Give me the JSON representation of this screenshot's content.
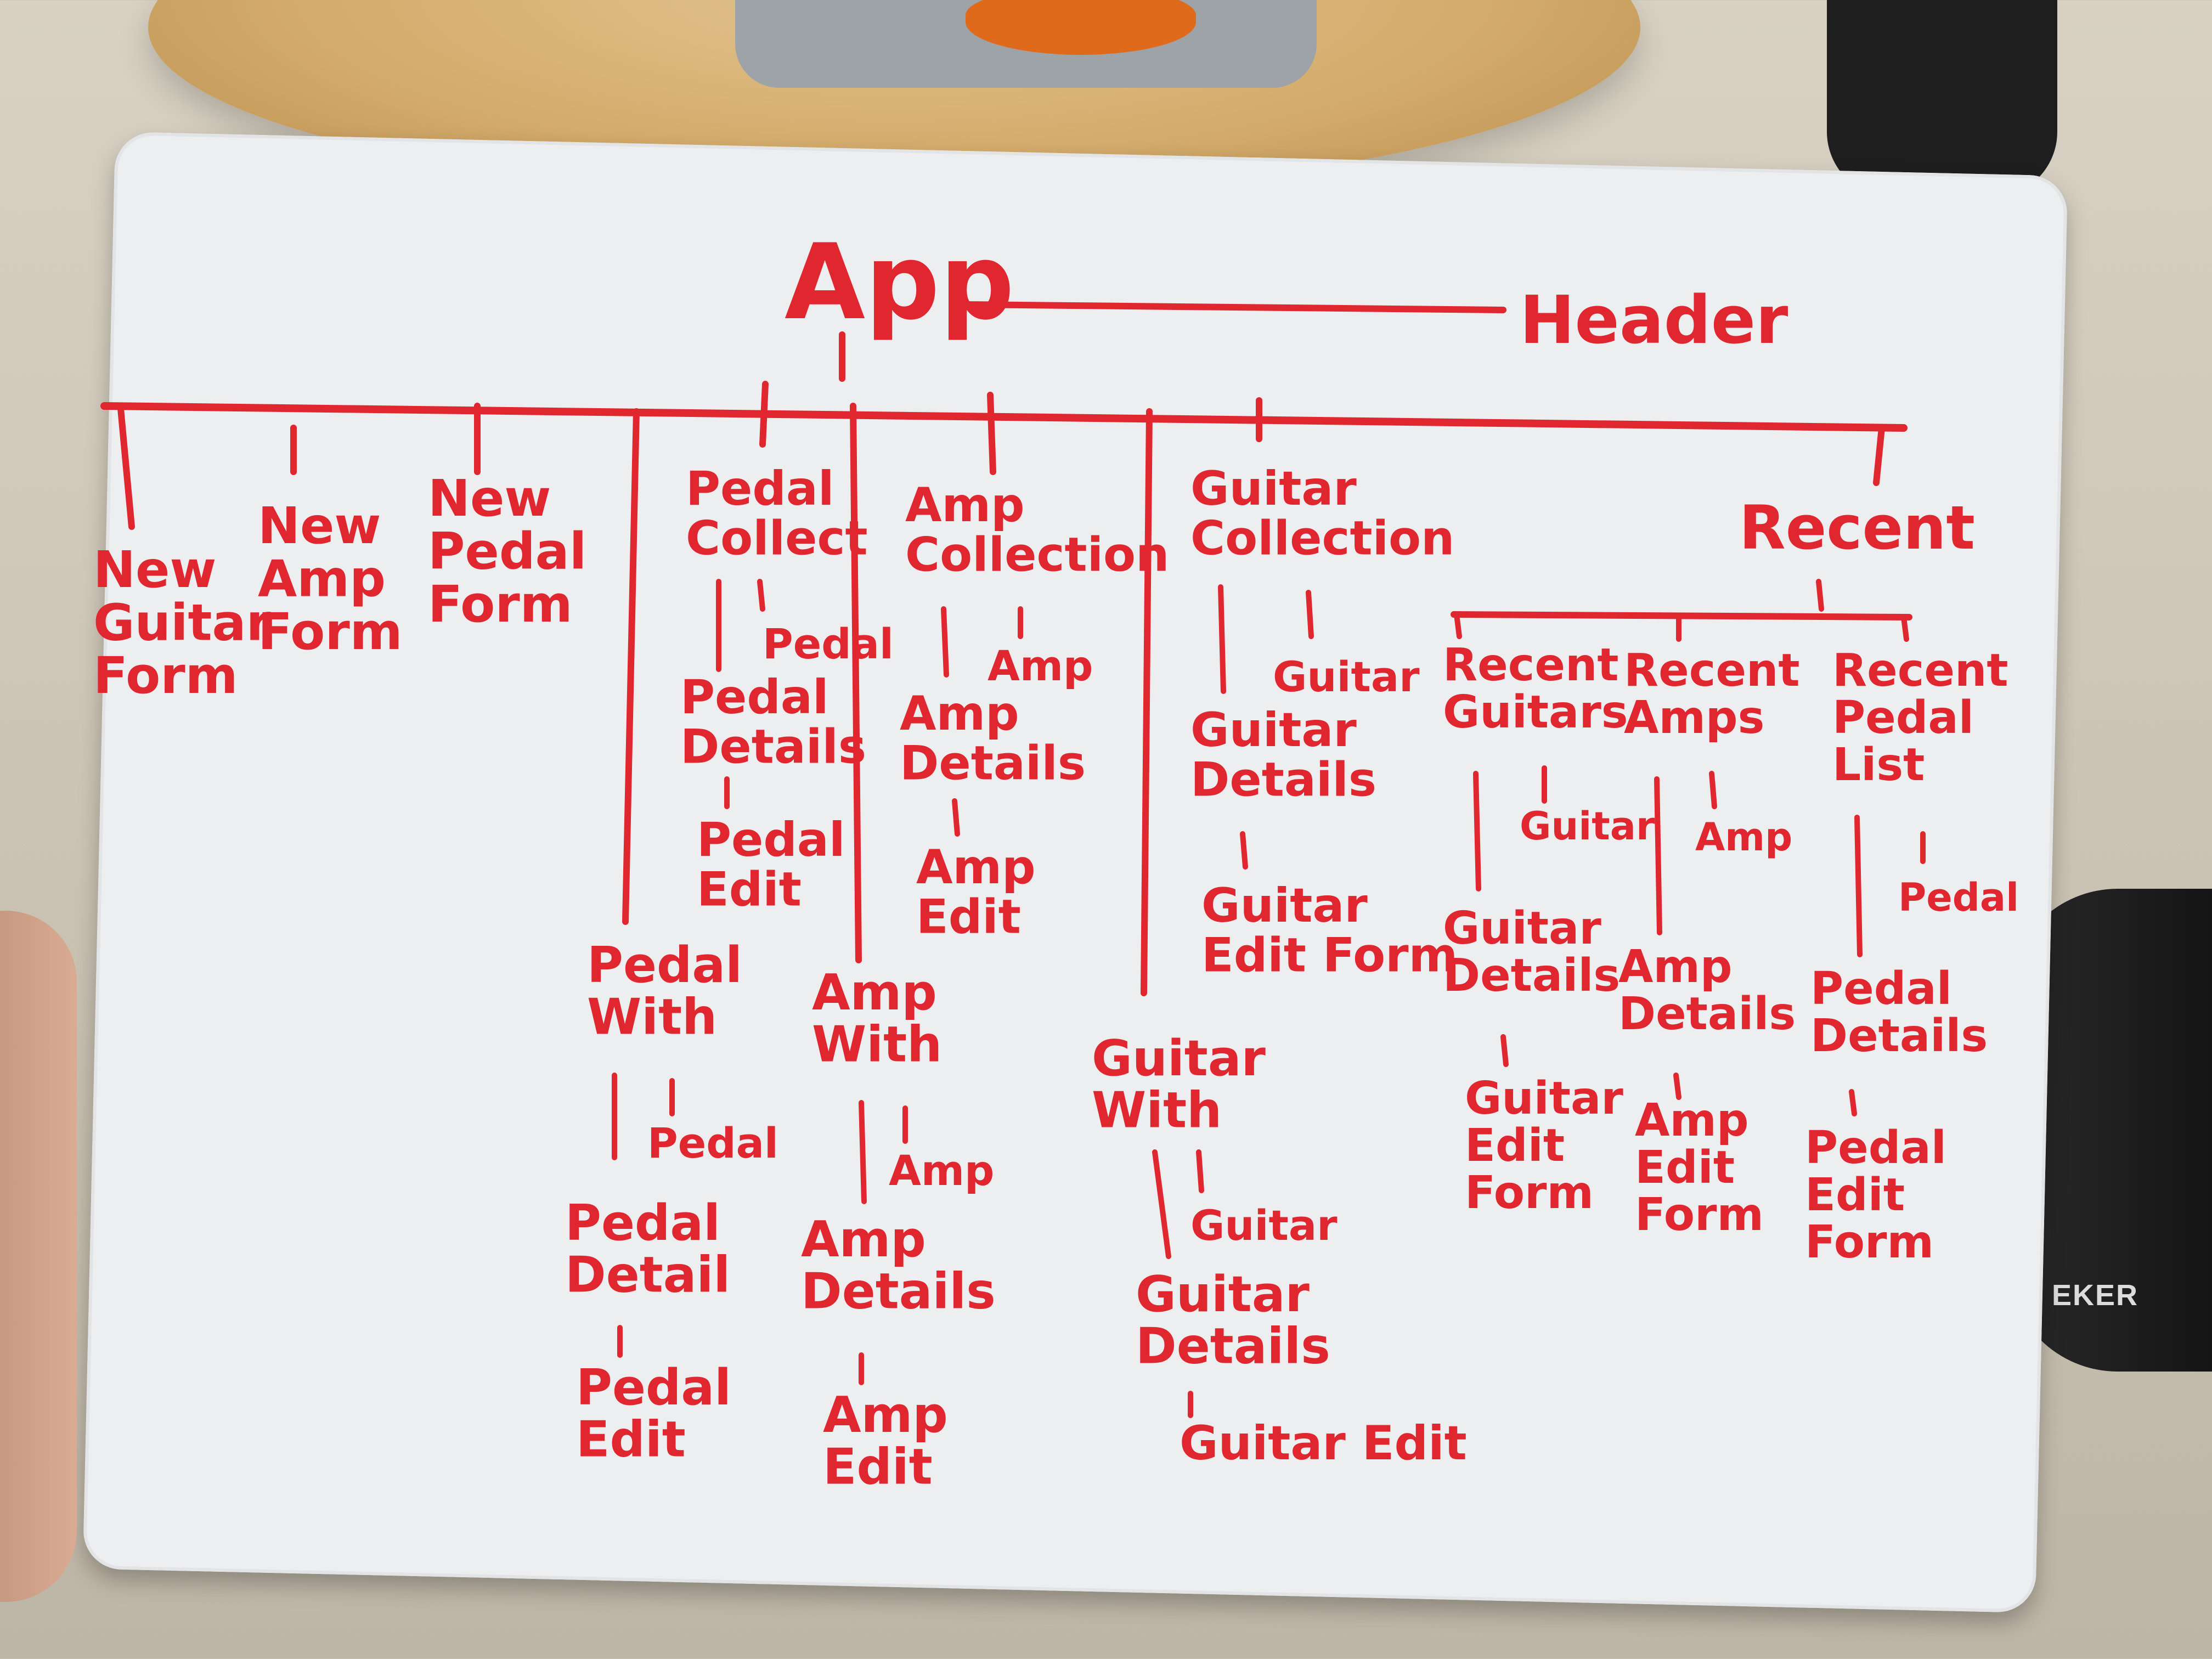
{
  "colors": {
    "marker": "#e0262f",
    "board": "#eceeef"
  },
  "brand": {
    "mouse_label": "EKER"
  },
  "whiteboard": {
    "root": "App",
    "header": "Header",
    "forms": {
      "new_guitar": [
        "New",
        "Guitar",
        "Form"
      ],
      "new_amp": [
        "New",
        "Amp",
        "Form"
      ],
      "new_pedal": [
        "New",
        "Pedal",
        "Form"
      ]
    },
    "pedal_collection": {
      "title": [
        "Pedal",
        "Collect"
      ],
      "item": "Pedal",
      "details": [
        "Pedal",
        "Details"
      ],
      "edit": [
        "Pedal",
        "Edit"
      ]
    },
    "amp_collection": {
      "title": [
        "Amp",
        "Collection"
      ],
      "item": "Amp",
      "details": [
        "Amp",
        "Details"
      ],
      "edit": [
        "Amp",
        "Edit"
      ]
    },
    "guitar_collection": {
      "title": [
        "Guitar",
        "Collection"
      ],
      "item": "Guitar",
      "details": [
        "Guitar",
        "Details"
      ],
      "edit": [
        "Guitar",
        "Edit Form"
      ]
    },
    "recent": {
      "title": "Recent",
      "guitars": {
        "title": [
          "Recent",
          "Guitars"
        ],
        "item": "Guitar",
        "details": [
          "Guitar",
          "Details"
        ],
        "edit": [
          "Guitar",
          "Edit",
          "Form"
        ]
      },
      "amps": {
        "title": [
          "Recent",
          "Amps"
        ],
        "item": "Amp",
        "details": [
          "Amp",
          "Details"
        ],
        "edit": [
          "Amp",
          "Edit",
          "Form"
        ]
      },
      "pedals": {
        "title": [
          "Recent",
          "Pedal",
          "List"
        ],
        "item": "Pedal",
        "details": [
          "Pedal",
          "Details"
        ],
        "edit": [
          "Pedal",
          "Edit",
          "Form"
        ]
      }
    },
    "pedal_with": {
      "title": [
        "Pedal",
        "With"
      ],
      "item": "Pedal",
      "details": [
        "Pedal",
        "Detail"
      ],
      "edit": [
        "Pedal",
        "Edit"
      ]
    },
    "amp_with": {
      "title": [
        "Amp",
        "With"
      ],
      "item": "Amp",
      "details": [
        "Amp",
        "Details"
      ],
      "edit": [
        "Amp",
        "Edit"
      ]
    },
    "guitar_with": {
      "title": [
        "Guitar",
        "With"
      ],
      "item": "Guitar",
      "details": [
        "Guitar",
        "Details"
      ],
      "edit": "Guitar Edit"
    }
  }
}
